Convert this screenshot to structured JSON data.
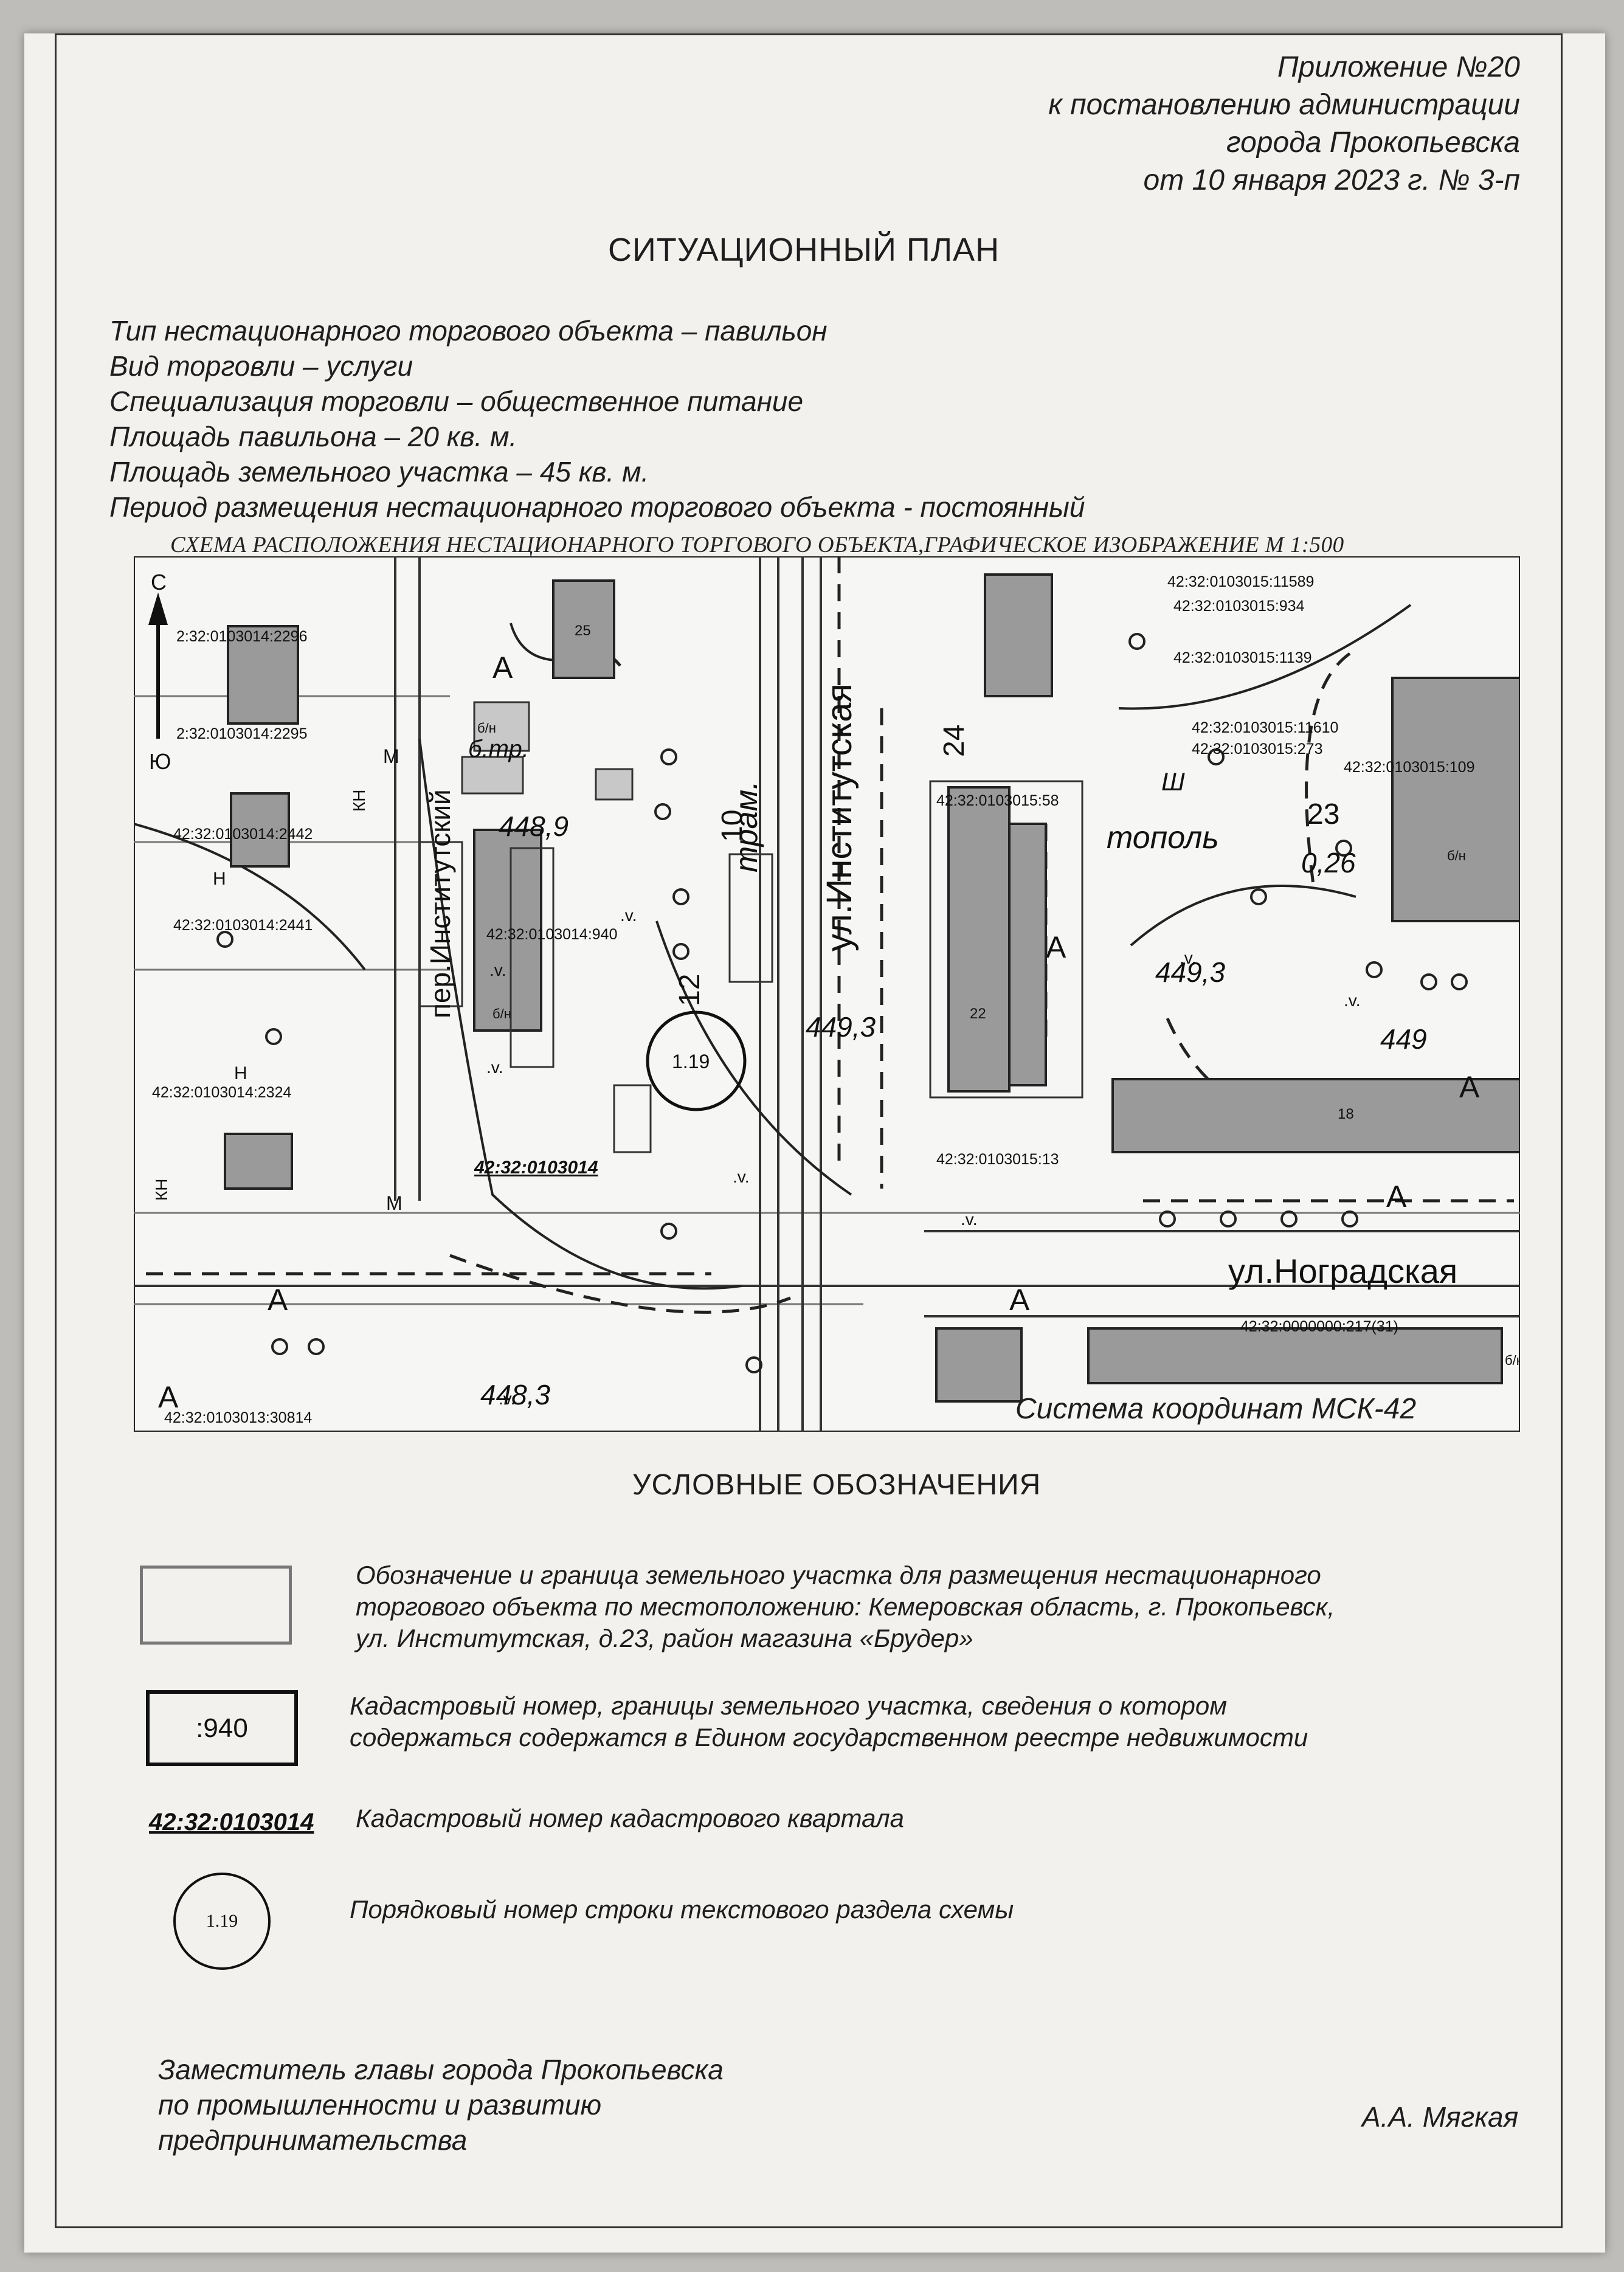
{
  "appendix": {
    "line1": "Приложение №20",
    "line2": "к постановлению администрации",
    "line3": "города Прокопьевска",
    "line4": "от 10 января 2023 г.  № 3-п"
  },
  "title": "СИТУАЦИОННЫЙ ПЛАН",
  "params": [
    "Тип нестационарного торгового объекта  – павильон",
    "Вид торговли – услуги",
    "Специализация торговли – общественное питание",
    "Площадь павильона –  20 кв. м.",
    "Площадь земельного участка – 45  кв. м.",
    "Период размещения нестационарного  торгового объекта - постоянный"
  ],
  "scheme_caption": "СХЕМА РАСПОЛОЖЕНИЯ НЕСТАЦИОНАРНОГО ТОРГОВОГО ОБЪЕКТА,ГРАФИЧЕСКОЕ ИЗОБРАЖЕНИЕ М 1:500",
  "map": {
    "north": "С",
    "south": "Ю",
    "streets": [
      "пер.Институтский",
      "ул.Институтская",
      "ул.Ноградская",
      "трам."
    ],
    "cadastral": [
      "2:32:0103014:2296",
      "2:32:0103014:2295",
      "42:32:0103014:2442",
      "42:32:0103014:2441",
      "42:32:0103014:2324",
      "42:32:0103014:940",
      "42:32:0103015:58",
      "42:32:0103015:13",
      "42:32:0103015:11589",
      "42:32:0103015:934",
      "42:32:0103015:1139",
      "42:32:0103015:11610",
      "42:32:0103015:273",
      "42:32:0103015:109",
      "42:32:0000000:217(31)",
      "42:32:0103013:30814"
    ],
    "quarter_label": "42:32:0103014",
    "marker": "1.19",
    "elevations": [
      "448,9",
      "449,3",
      "449,3",
      "449",
      "448,3",
      "0,26"
    ],
    "labels": [
      "тополь",
      "б.тр.",
      "А",
      "б/н",
      "КН",
      "М",
      "Н",
      "24",
      "23",
      "22",
      "25",
      "18",
      "12",
      "10",
      "Ш",
      ".v."
    ]
  },
  "coordinate_system": "Система координат МСК-42",
  "legend": {
    "title": "УСЛОВНЫЕ ОБОЗНАЧЕНИЯ",
    "item1": [
      "Обозначение и граница земельного участка для  размещения нестационарного",
      "торгового объекта по местоположению: Кемеровская область, г. Прокопьевск,",
      "ул. Институтская, д.23, район магазина «Брудер»"
    ],
    "box2_label": ":940",
    "item2": [
      "Кадастровый номер, границы земельного участка, сведения о  котором",
      "содержаться содержатся в Едином государственном реестре  недвижимости"
    ],
    "quarter_sample": "42:32:0103014",
    "item3": "Кадастровый номер кадастрового квартала",
    "circle_label": "1.19",
    "item4": "Порядковый номер строки текстового раздела схемы"
  },
  "signature": {
    "position_line1": "Заместитель главы города Прокопьевска",
    "position_line2": "по промышленности и развитию",
    "position_line3": "предпринимательства",
    "name": "А.А. Мягкая"
  }
}
